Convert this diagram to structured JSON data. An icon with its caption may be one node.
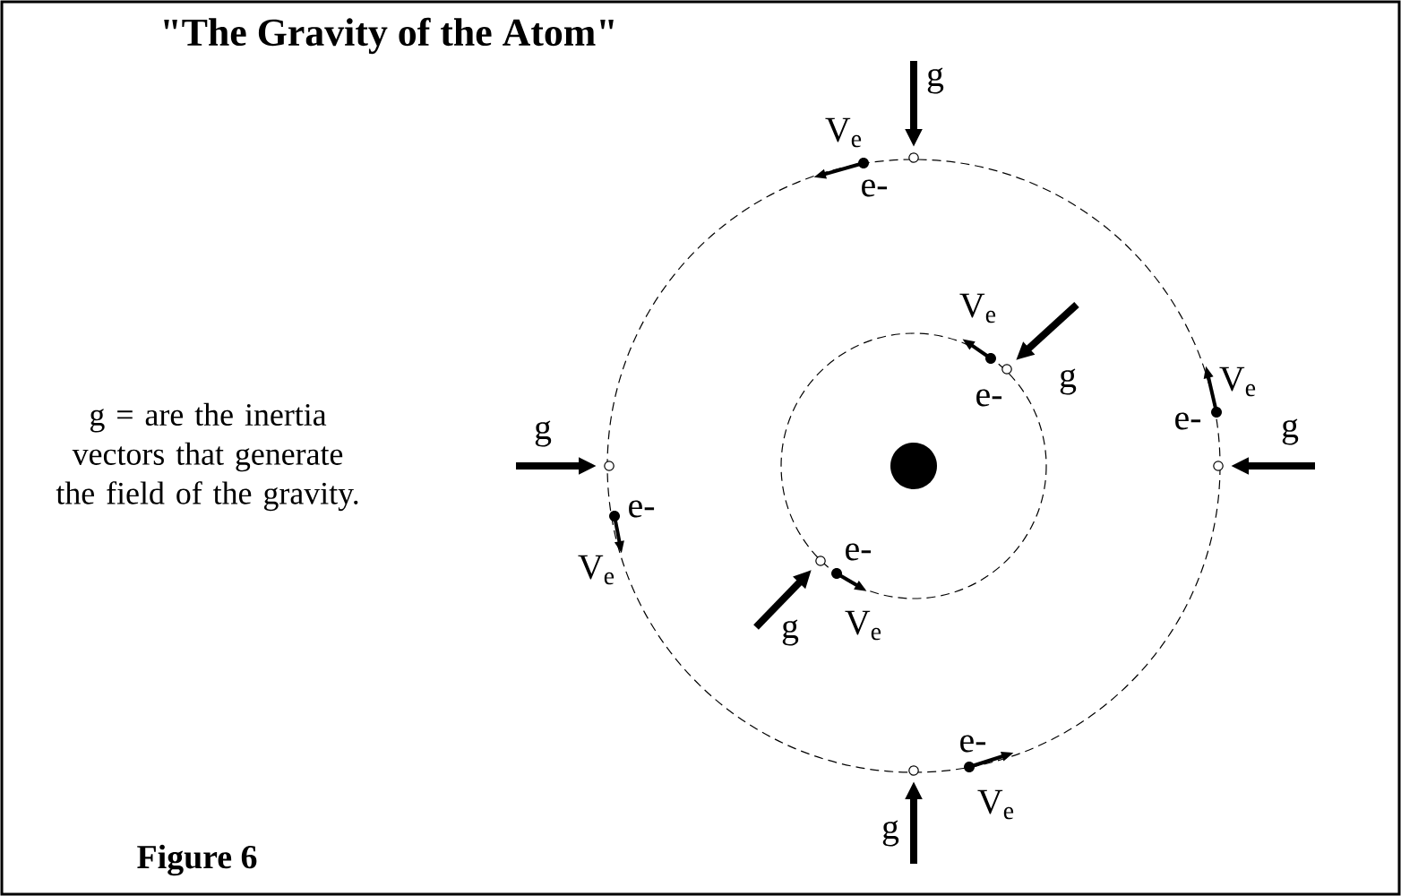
{
  "diagram": {
    "title": "\"The Gravity of the Atom\"",
    "caption": "Figure 6",
    "labels": [
      "g",
      "V$_{e}$",
      "e-",
      "V$_{e}$",
      "g",
      "e-",
      "V$_{e}$",
      "g = are the inertia vectors that generate the field of the gravity.",
      "e-",
      "g",
      "g",
      "e-",
      "V$_{e}$",
      "e-",
      "g",
      "V$_{e}$",
      "e-",
      "V$_{e}$",
      "g"
    ]
  }
}
